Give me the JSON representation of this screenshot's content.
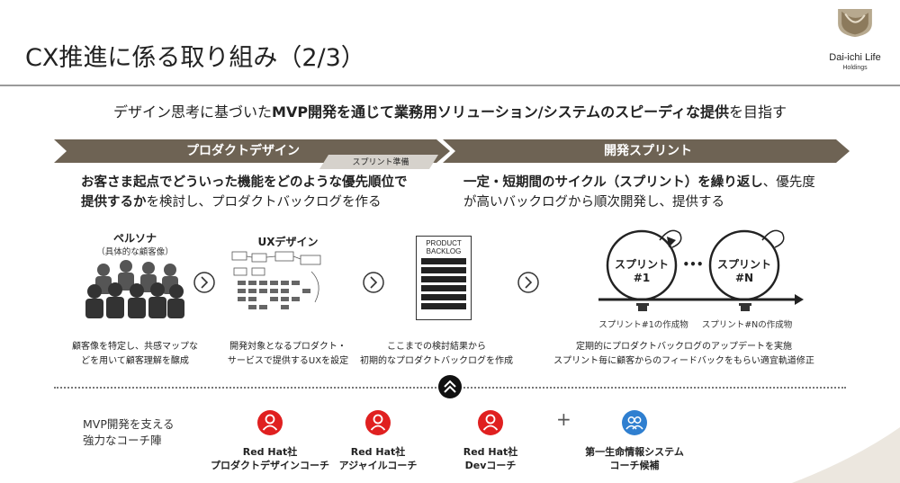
{
  "header": {
    "title": "CX推進に係る取り組み（2/3）",
    "logo_name": "Dai-ichi Life",
    "logo_sub": "Holdings"
  },
  "subtitle": {
    "pre": "デザイン思考に基づいた",
    "bold": "MVP開発を通じて業務用ソリューション/システムのスピーディな提供",
    "post": "を目指す"
  },
  "phases": {
    "product_design": "プロダクトデザイン",
    "sprint_prep": "スプリント準備",
    "dev_sprint": "開発スプリント"
  },
  "left_lead": {
    "line1_bold": "お客さま起点でどういった機能をどのような優先順位で",
    "line2_bold": "提供するか",
    "line2_rest": "を検討し、プロダクトバックログを作る"
  },
  "right_lead": {
    "line1_bold": "一定・短期間のサイクル（スプリント）を繰り返し",
    "line1_rest": "、優先度",
    "line2": "が高いバックログから順次開発し、提供する"
  },
  "steps": {
    "persona_title": "ペルソナ",
    "persona_sub": "（具体的な顧客像）",
    "ux_title": "UXデザイン",
    "backlog_line1": "PRODUCT",
    "backlog_line2": "BACKLOG",
    "sprint1_line1": "スプリント",
    "sprint1_line2": "#1",
    "sprintN_line1": "スプリント",
    "sprintN_line2": "#N",
    "ellipsis": "•••",
    "deliverable1": "スプリント#1の作成物",
    "deliverableN": "スプリント#Nの作成物"
  },
  "captions": {
    "persona_l1": "顧客像を特定し、共感マップな",
    "persona_l2": "どを用いて顧客理解を醸成",
    "ux_l1": "開発対象となるプロダクト・",
    "ux_l2": "サービスで提供するUXを設定",
    "backlog_l1": "ここまでの検討結果から",
    "backlog_l2": "初期的なプロダクトバックログを作成",
    "sprint_l1": "定期的にプロダクトバックログのアップデートを実施",
    "sprint_l2": "スプリント毎に顧客からのフィードバックをもらい適宜軌道修正"
  },
  "support": {
    "line1": "MVP開発を支える",
    "line2": "強力なコーチ陣"
  },
  "coaches": [
    {
      "line1": "Red Hat社",
      "line2": "プロダクトデザインコーチ",
      "color": "#e02020"
    },
    {
      "line1": "Red Hat社",
      "line2": "アジャイルコーチ",
      "color": "#e02020"
    },
    {
      "line1": "Red Hat社",
      "line2": "Devコーチ",
      "color": "#e02020"
    },
    {
      "line1": "第一生命情報システム",
      "line2": "コーチ候補",
      "color": "#2f7fd0"
    }
  ],
  "plus": "+",
  "colors": {
    "chevron": "#6e6354",
    "chevron_light": "#d6d2cc",
    "red": "#e02020",
    "blue": "#2f7fd0"
  }
}
